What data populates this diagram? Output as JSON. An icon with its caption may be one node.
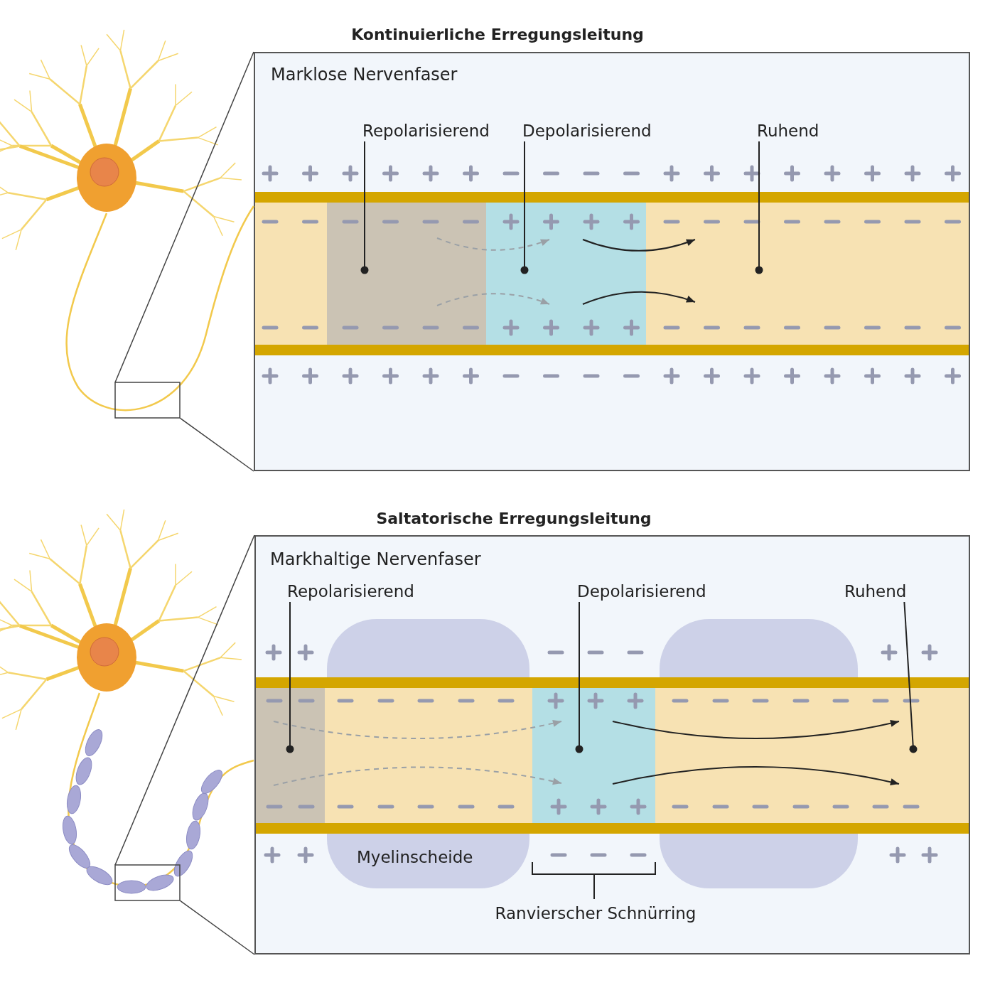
{
  "diagram": {
    "nodes": [
      {
        "text": [
          "Marklose Nervenfaser"
        ]
      },
      {
        "text": [
          "Repolarisierend"
        ],
        "in": 0
      },
      {
        "text": [],
        "shape": "box",
        "in": 0
      },
      {
        "text": [
          "Depolarisierend"
        ],
        "in": 0
      },
      {
        "text": [],
        "shape": "box",
        "in": 0
      },
      {
        "text": [
          "Ruhend"
        ],
        "in": 0
      },
      {
        "text": [],
        "shape": "box",
        "in": 0
      },
      {
        "text": [
          "Markhaltige Nervenfaser"
        ]
      },
      {
        "text": [
          "Repolarisierend"
        ],
        "in": 7
      },
      {
        "text": [],
        "shape": "box",
        "in": 7
      },
      {
        "text": [
          "Depolarisierend"
        ],
        "in": 7
      },
      {
        "text": [],
        "shape": "box",
        "in": 7
      },
      {
        "text": [
          "Ruhend"
        ],
        "in": 7
      },
      {
        "text": [],
        "shape": "box",
        "in": 7
      },
      {
        "text": [],
        "shape": "box",
        "in": 7
      },
      {
        "text": [],
        "shape": "box",
        "in": 7
      },
      {
        "text": [
          "Myelinscheide"
        ],
        "in": 7
      },
      {
        "text": [],
        "shape": "box",
        "in": 7
      }
    ],
    "edges": [
      {
        "from": 1,
        "to": 2,
        "arrow": "other"
      },
      {
        "from": 3,
        "to": 4,
        "arrow": "other"
      },
      {
        "from": 5,
        "to": 6,
        "arrow": "other"
      },
      {
        "from": 2,
        "to": 4,
        "arrow": "to",
        "style": "dashed",
        "color": "#9aa0a6"
      },
      {
        "from": 2,
        "to": 4,
        "arrow": "to",
        "style": "dashed",
        "color": "#9aa0a6"
      },
      {
        "from": 4,
        "to": 6,
        "arrow": "to"
      },
      {
        "from": 4,
        "to": 6,
        "arrow": "to"
      },
      {
        "from": 8,
        "to": 9,
        "arrow": "other"
      },
      {
        "from": 10,
        "to": 11,
        "arrow": "other"
      },
      {
        "from": 12,
        "to": 13,
        "arrow": "other"
      },
      {
        "from": 9,
        "to": 11,
        "arrow": "to",
        "style": "dashed",
        "color": "#9aa0a6"
      },
      {
        "from": 9,
        "to": 11,
        "arrow": "to",
        "style": "dashed",
        "color": "#9aa0a6"
      },
      {
        "from": 11,
        "to": 13,
        "arrow": "to"
      },
      {
        "from": 11,
        "to": 13,
        "arrow": "to"
      }
    ],
    "labels": [
      "Kontinuierliche Erregungsleitung",
      "Saltatorische Erregungsleitung",
      "Ranvierscher Schnürring"
    ]
  }
}
